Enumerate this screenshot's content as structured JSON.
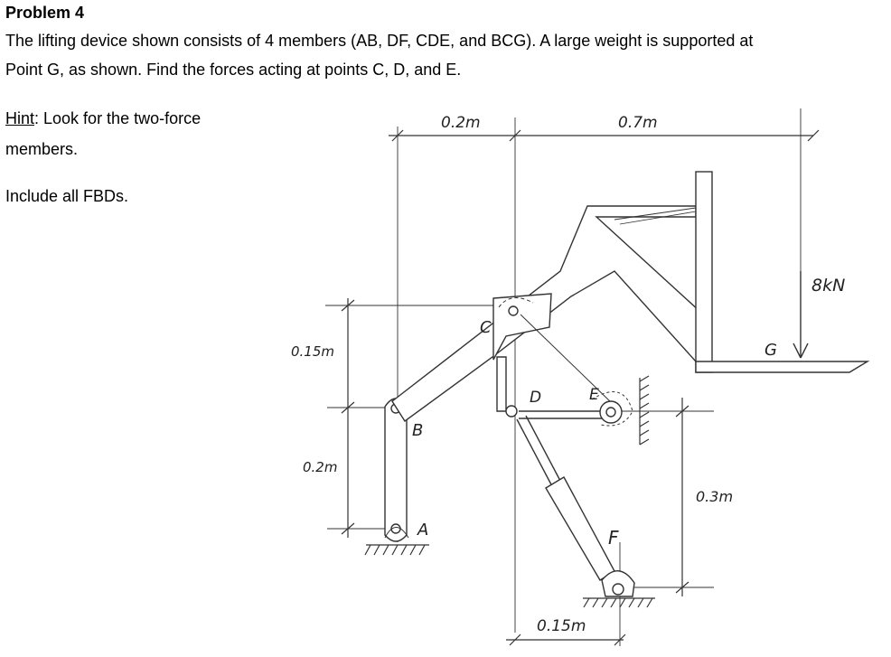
{
  "problem": {
    "title": "Problem 4",
    "statement_line1": "The lifting device shown consists of 4 members (AB, DF, CDE, and BCG).  A large weight is supported at",
    "statement_line2": "Point G, as shown.  Find the forces acting at points C, D, and E.",
    "hint_label": "Hint",
    "hint_text": ": Look for the two-force",
    "hint_text2": "members.",
    "instruction": "Include all FBDs."
  },
  "figure": {
    "points": {
      "A": "A",
      "B": "B",
      "C": "C",
      "D": "D",
      "E": "E",
      "F": "F",
      "G": "G"
    },
    "dimensions": {
      "top_left": "0.2m",
      "top_right": "0.7m",
      "left_upper": "0.15m",
      "left_lower": "0.2m",
      "right": "0.3m",
      "bottom": "0.15m"
    },
    "load": "8kN"
  }
}
